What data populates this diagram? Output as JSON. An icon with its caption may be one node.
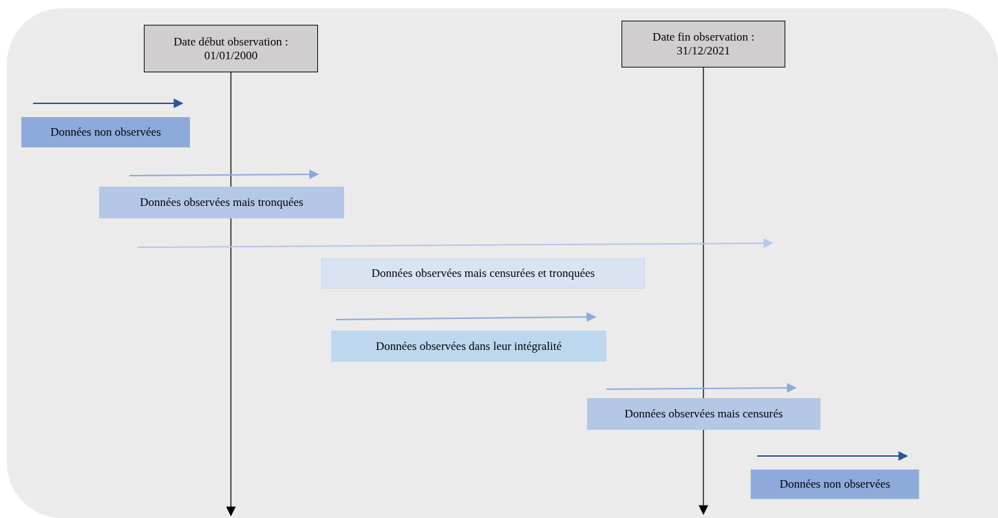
{
  "diagram": {
    "nodes": [
      {
        "text": [
          "Date début observation : 01/01/2000"
        ]
      },
      {
        "text": [
          "Date fin observation : 31/12/2021"
        ]
      },
      {
        "text": [
          "Données non observées"
        ]
      },
      {
        "text": [
          "Données observées mais tronquées"
        ]
      },
      {
        "text": [
          "Données observées mais censurées et tronquées"
        ]
      },
      {
        "text": [
          "Données observées dans leur intégralité"
        ]
      },
      {
        "text": [
          "Données observées mais censurés"
        ]
      },
      {
        "text": [
          "Données non observées"
        ]
      }
    ],
    "edges": [
      {
        "from": 0,
        "to": null,
        "arrow": "to"
      },
      {
        "from": 1,
        "to": null,
        "arrow": "to"
      }
    ]
  }
}
